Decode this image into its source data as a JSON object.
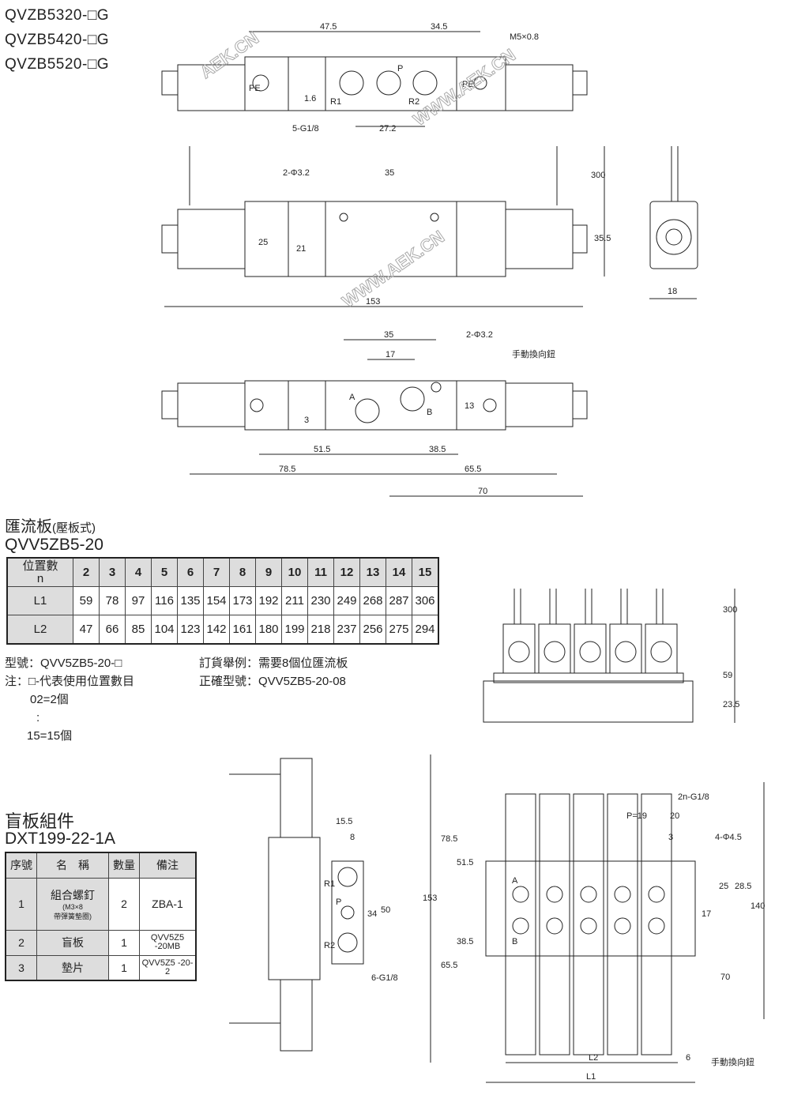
{
  "models": [
    "QVZB5320-□G",
    "QVZB5420-□G",
    "QVZB5520-□G"
  ],
  "watermark": [
    "AEK.CN",
    "WWW.AEK.CN"
  ],
  "top_view": {
    "dims": [
      "47.5",
      "34.5",
      "M5×0.8",
      "1.6",
      "5-G1/8",
      "27.2"
    ],
    "ports": [
      "PE",
      "R1",
      "P",
      "R2",
      "PE"
    ]
  },
  "front_view": {
    "dims": [
      "2-Φ3.2",
      "35",
      "300",
      "25",
      "21",
      "35.5",
      "153"
    ]
  },
  "side_view": {
    "dims": [
      "18"
    ]
  },
  "bottom_view": {
    "dims": [
      "35",
      "2-Φ3.2",
      "17",
      "手動換向鈕",
      "3",
      "13",
      "51.5",
      "38.5",
      "78.5",
      "65.5",
      "70"
    ],
    "ports": [
      "A",
      "B"
    ]
  },
  "manifold": {
    "title": "匯流板",
    "title_note": "(壓板式)",
    "model": "QVV5ZB5-20",
    "table": {
      "header": "位置數",
      "header_sub": "n",
      "n": [
        "2",
        "3",
        "4",
        "5",
        "6",
        "7",
        "8",
        "9",
        "10",
        "11",
        "12",
        "13",
        "14",
        "15"
      ],
      "rows": [
        {
          "label": "L1",
          "values": [
            "59",
            "78",
            "97",
            "116",
            "135",
            "154",
            "173",
            "192",
            "211",
            "230",
            "249",
            "268",
            "287",
            "306"
          ]
        },
        {
          "label": "L2",
          "values": [
            "47",
            "66",
            "85",
            "104",
            "123",
            "142",
            "161",
            "180",
            "199",
            "218",
            "237",
            "256",
            "275",
            "294"
          ]
        }
      ]
    },
    "notes": {
      "model_line": "型號：QVV5ZB5-20-□",
      "note_line": "注：□-代表使用位置數目",
      "ex1": "02=2個",
      "dots": ":",
      "ex2": "15=15個",
      "order_line": "訂貨舉例：需要8個位匯流板",
      "correct_line": "正確型號：QVV5ZB5-20-08"
    },
    "side_dims": [
      "300",
      "59",
      "23.5"
    ]
  },
  "blank_plate": {
    "title": "盲板組件",
    "model": "DXT199-22-1A",
    "headers": [
      "序號",
      "名　稱",
      "數量",
      "備注"
    ],
    "rows": [
      {
        "no": "1",
        "name": "組合螺釘",
        "sub1": "(M3×8",
        "sub2": "帶彈簧墊圈)",
        "qty": "2",
        "remark": "ZBA-1"
      },
      {
        "no": "2",
        "name": "盲板",
        "qty": "1",
        "remark": "QVV5Z5 -20MB"
      },
      {
        "no": "3",
        "name": "墊片",
        "qty": "1",
        "remark": "QVV5Z5 -20-2"
      }
    ],
    "dims": [
      "15.5",
      "8",
      "R1",
      "P",
      "R2",
      "34",
      "50",
      "6-G1/8"
    ]
  },
  "manifold_top": {
    "dims": [
      "2n-G1/8",
      "P=19",
      "20",
      "3",
      "4-Φ4.5",
      "78.5",
      "51.5",
      "153",
      "38.5",
      "65.5",
      "25",
      "28.5",
      "17",
      "140",
      "70",
      "L2",
      "6",
      "L1",
      "手動換向鈕"
    ],
    "ports": [
      "A",
      "B"
    ]
  }
}
